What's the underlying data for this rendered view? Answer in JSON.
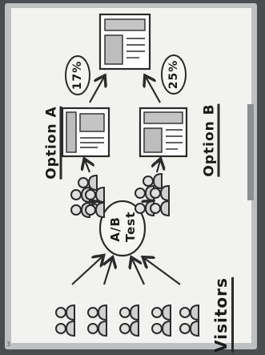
{
  "diagram": {
    "source_label": "Visitors",
    "test_label_line1": "A/B",
    "test_label_line2": "Test",
    "option_a_label": "Option A",
    "option_b_label": "Option B",
    "option_a_conversion": "17%",
    "option_b_conversion": "25%",
    "corner_mark": "3"
  },
  "colors": {
    "board": "#f3f3f1",
    "frame": "#b8b9bb",
    "ink": "#2b2b2b",
    "person_fill": "#d8d8d8",
    "screen_fill": "#bfbfbf"
  }
}
